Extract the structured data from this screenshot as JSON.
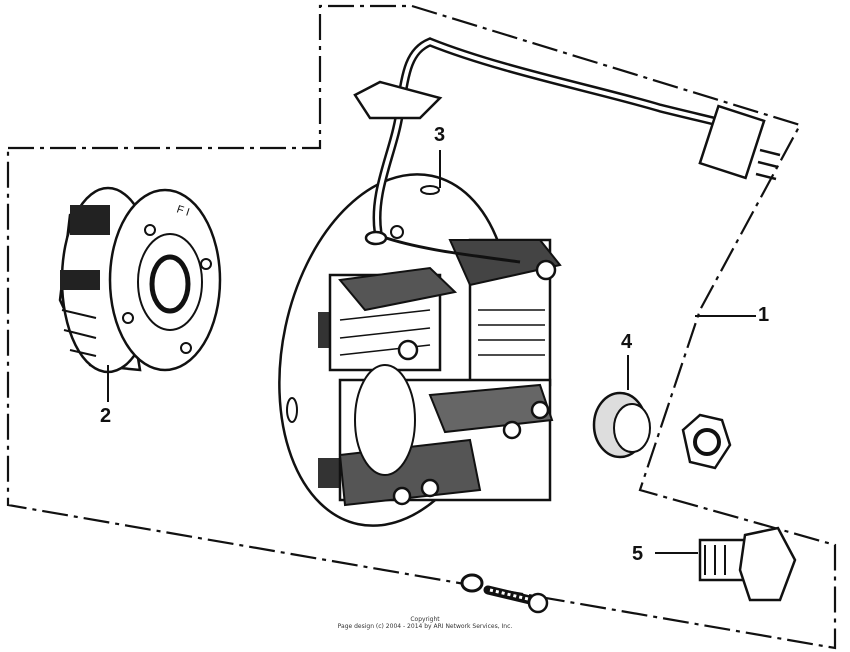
{
  "callouts": {
    "c1": "1",
    "c2": "2",
    "c3": "3",
    "c4": "4",
    "c5": "5"
  },
  "footer": {
    "heading": "Copyright",
    "notice": "Page design (c) 2004 - 2014 by ARI Network Services, Inc."
  }
}
